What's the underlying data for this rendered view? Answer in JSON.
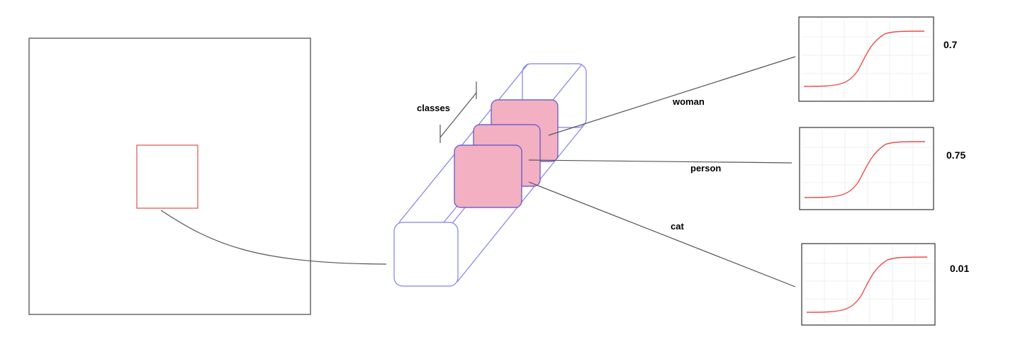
{
  "labels": {
    "classes": "classes"
  },
  "classes": [
    {
      "name": "woman",
      "score": "0.7"
    },
    {
      "name": "person",
      "score": "0.75"
    },
    {
      "name": "cat",
      "score": "0.01"
    }
  ],
  "colors": {
    "image_frame": "#444444",
    "anchor_box": "#e05050",
    "tensor": "#8080ee",
    "class_cell": "#f2b0c2",
    "class_cell_stroke": "#5a50cc",
    "connector": "#555555",
    "sigmoid": "#ee4c4c",
    "grid": "#efefef"
  }
}
